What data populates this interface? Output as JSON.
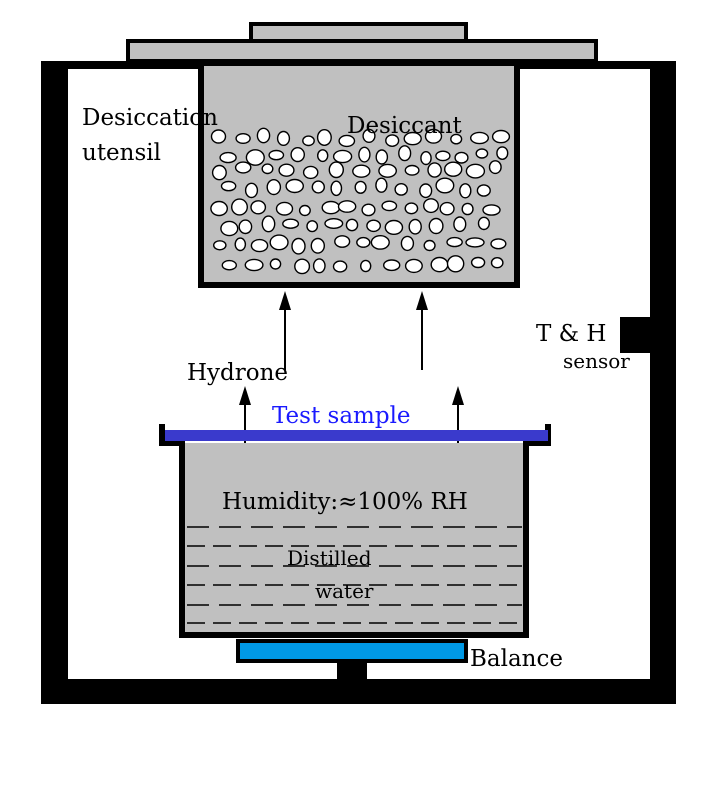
{
  "labels": {
    "desiccation_utensil_line1": "Desiccation",
    "desiccation_utensil_line2": "utensil",
    "desiccant": "Desiccant",
    "th_sensor_line1": "T & H",
    "th_sensor_line2": "sensor",
    "hydrone": "Hydrone",
    "test_sample": "Test sample",
    "humidity": "Humidity:≈100% RH",
    "distilled_water_line1": "Distilled",
    "distilled_water_line2": "water",
    "balance": "Balance"
  },
  "colors": {
    "outline": "#000000",
    "fill_gray": "#c0c0c0",
    "test_sample_film": "#3a3acc",
    "test_sample_text": "#1a1aff",
    "balance_plate": "#0099e6",
    "background": "#ffffff"
  }
}
